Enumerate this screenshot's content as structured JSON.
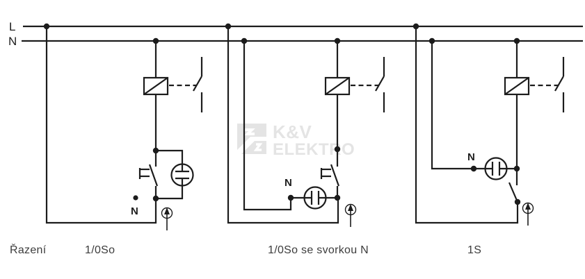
{
  "page": {
    "type": "electrical wiring diagram",
    "background": "#ffffff"
  },
  "colors": {
    "line": "#1c1c1c",
    "bus_label_text": "#1d1d1d",
    "footer_text": "#3c3c3c",
    "watermark": "#e4e4e4"
  },
  "buses": {
    "live_label": "L",
    "neutral_label": "N"
  },
  "watermark": {
    "line1": "K&V",
    "line2": "ELEKTRO",
    "logo": "kv-elektro-logo"
  },
  "footer": {
    "caption": "Řazení"
  },
  "circuits": [
    {
      "code": "1/0So",
      "neutral_terminal_label": "N",
      "symbols": [
        "relay-coil",
        "auxiliary-contact",
        "push-button-contact",
        "glow-lamp",
        "output-arrow",
        "unconnected-neutral-terminal"
      ]
    },
    {
      "code": "1/0So se svorkou N",
      "neutral_terminal_label": "N",
      "symbols": [
        "relay-coil",
        "auxiliary-contact",
        "push-button-contact",
        "glow-lamp",
        "output-arrow",
        "neutral-terminal"
      ]
    },
    {
      "code": "1S",
      "neutral_terminal_label": "N",
      "symbols": [
        "relay-coil",
        "auxiliary-contact",
        "switch-contact",
        "glow-lamp",
        "output-arrow",
        "neutral-terminal"
      ]
    }
  ]
}
